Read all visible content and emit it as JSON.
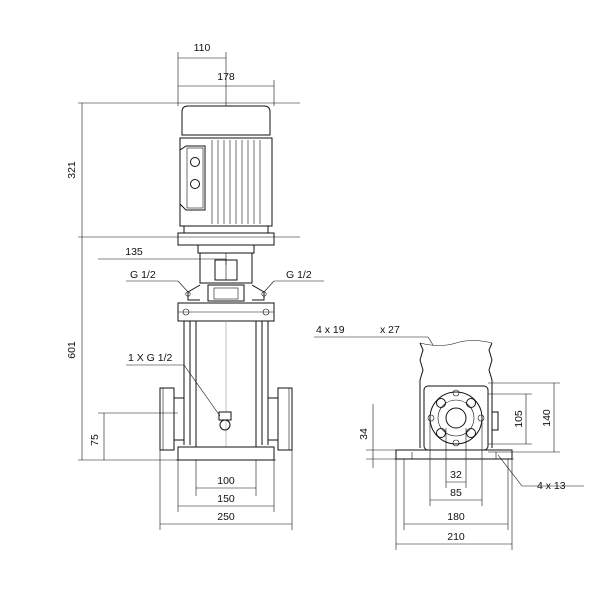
{
  "drawing": {
    "dimensions": {
      "motor_offset": "110",
      "motor_width": "178",
      "motor_height": "321",
      "pump_height": "601",
      "coupling_width": "135",
      "inlet_height": "75",
      "base_inner": "100",
      "base_mid": "150",
      "base_overall": "250",
      "flange_pcd": "105",
      "flange_outer": "140",
      "base_height_side": "34",
      "bore": "32",
      "bolt_circle": "85",
      "side_base_inner": "180",
      "side_base_overall": "210"
    },
    "labels": {
      "port_left": "G 1/2",
      "port_right": "G 1/2",
      "drain_port": "1 X G 1/2",
      "holes_label_a": "4  x  19",
      "holes_label_b": "x 27",
      "holes_base": "4  x  13"
    }
  }
}
